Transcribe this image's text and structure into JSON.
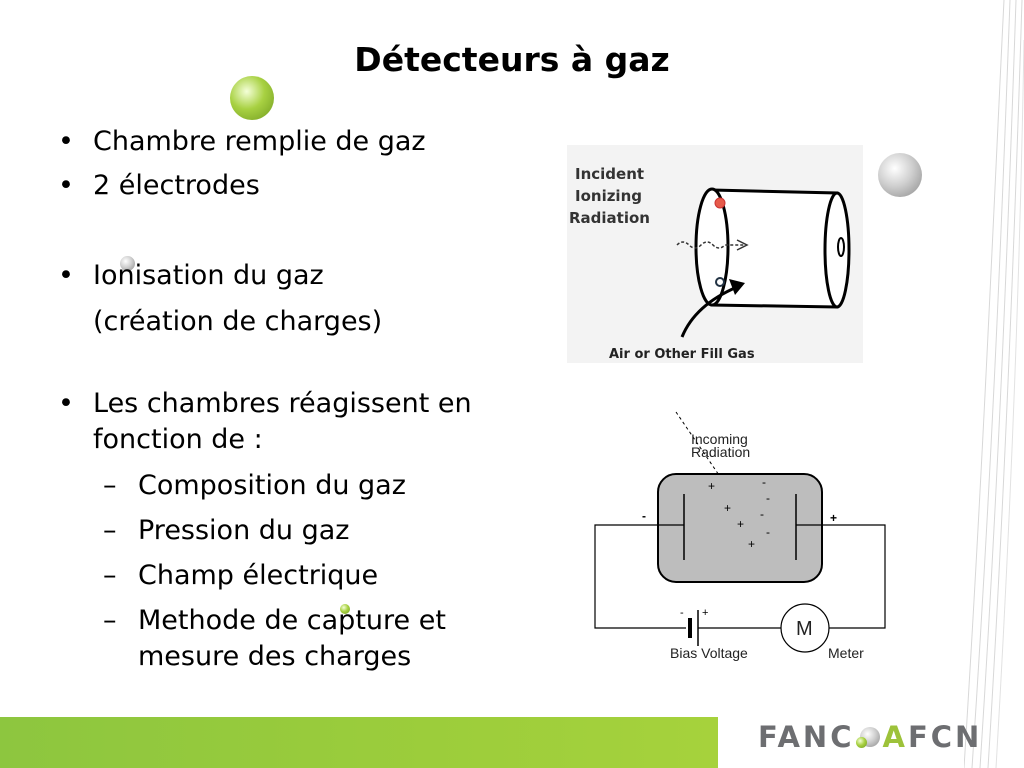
{
  "slide": {
    "title": "Détecteurs à gaz",
    "bullet_glyph": "•",
    "dash_glyph": "–",
    "bullets": [
      {
        "text": "Chambre remplie de gaz"
      },
      {
        "text": "2 électrodes"
      },
      {
        "text": "Ionisation du gaz"
      },
      {
        "text": "(création de charges)"
      },
      {
        "text": "Les chambres réagissent en"
      },
      {
        "text": "fonction de :"
      }
    ],
    "sub_bullets": [
      {
        "text": "Composition du gaz"
      },
      {
        "text": "Pression du gaz"
      },
      {
        "text": "Champ électrique"
      },
      {
        "text": "Methode de capture et"
      },
      {
        "text": "mesure des charges"
      }
    ]
  },
  "figure1": {
    "label_incident_1": "Incident",
    "label_incident_2": "Ionizing",
    "label_incident_3": "Radiation",
    "label_gas": "Air or Other Fill Gas"
  },
  "figure2": {
    "incoming_1": "Incoming",
    "incoming_2": "Radiation",
    "minus": "-",
    "plus": "+",
    "meter_symbol": "M",
    "bias_label": "Bias Voltage",
    "meter_label": "Meter"
  },
  "footer": {
    "logo_left": "FANC",
    "logo_right_a": "A",
    "logo_right_rest": "FCN"
  },
  "colors": {
    "footer_green": "#8dc63f",
    "logo_grey": "#6d6e71",
    "logo_green": "#9dc23a"
  }
}
